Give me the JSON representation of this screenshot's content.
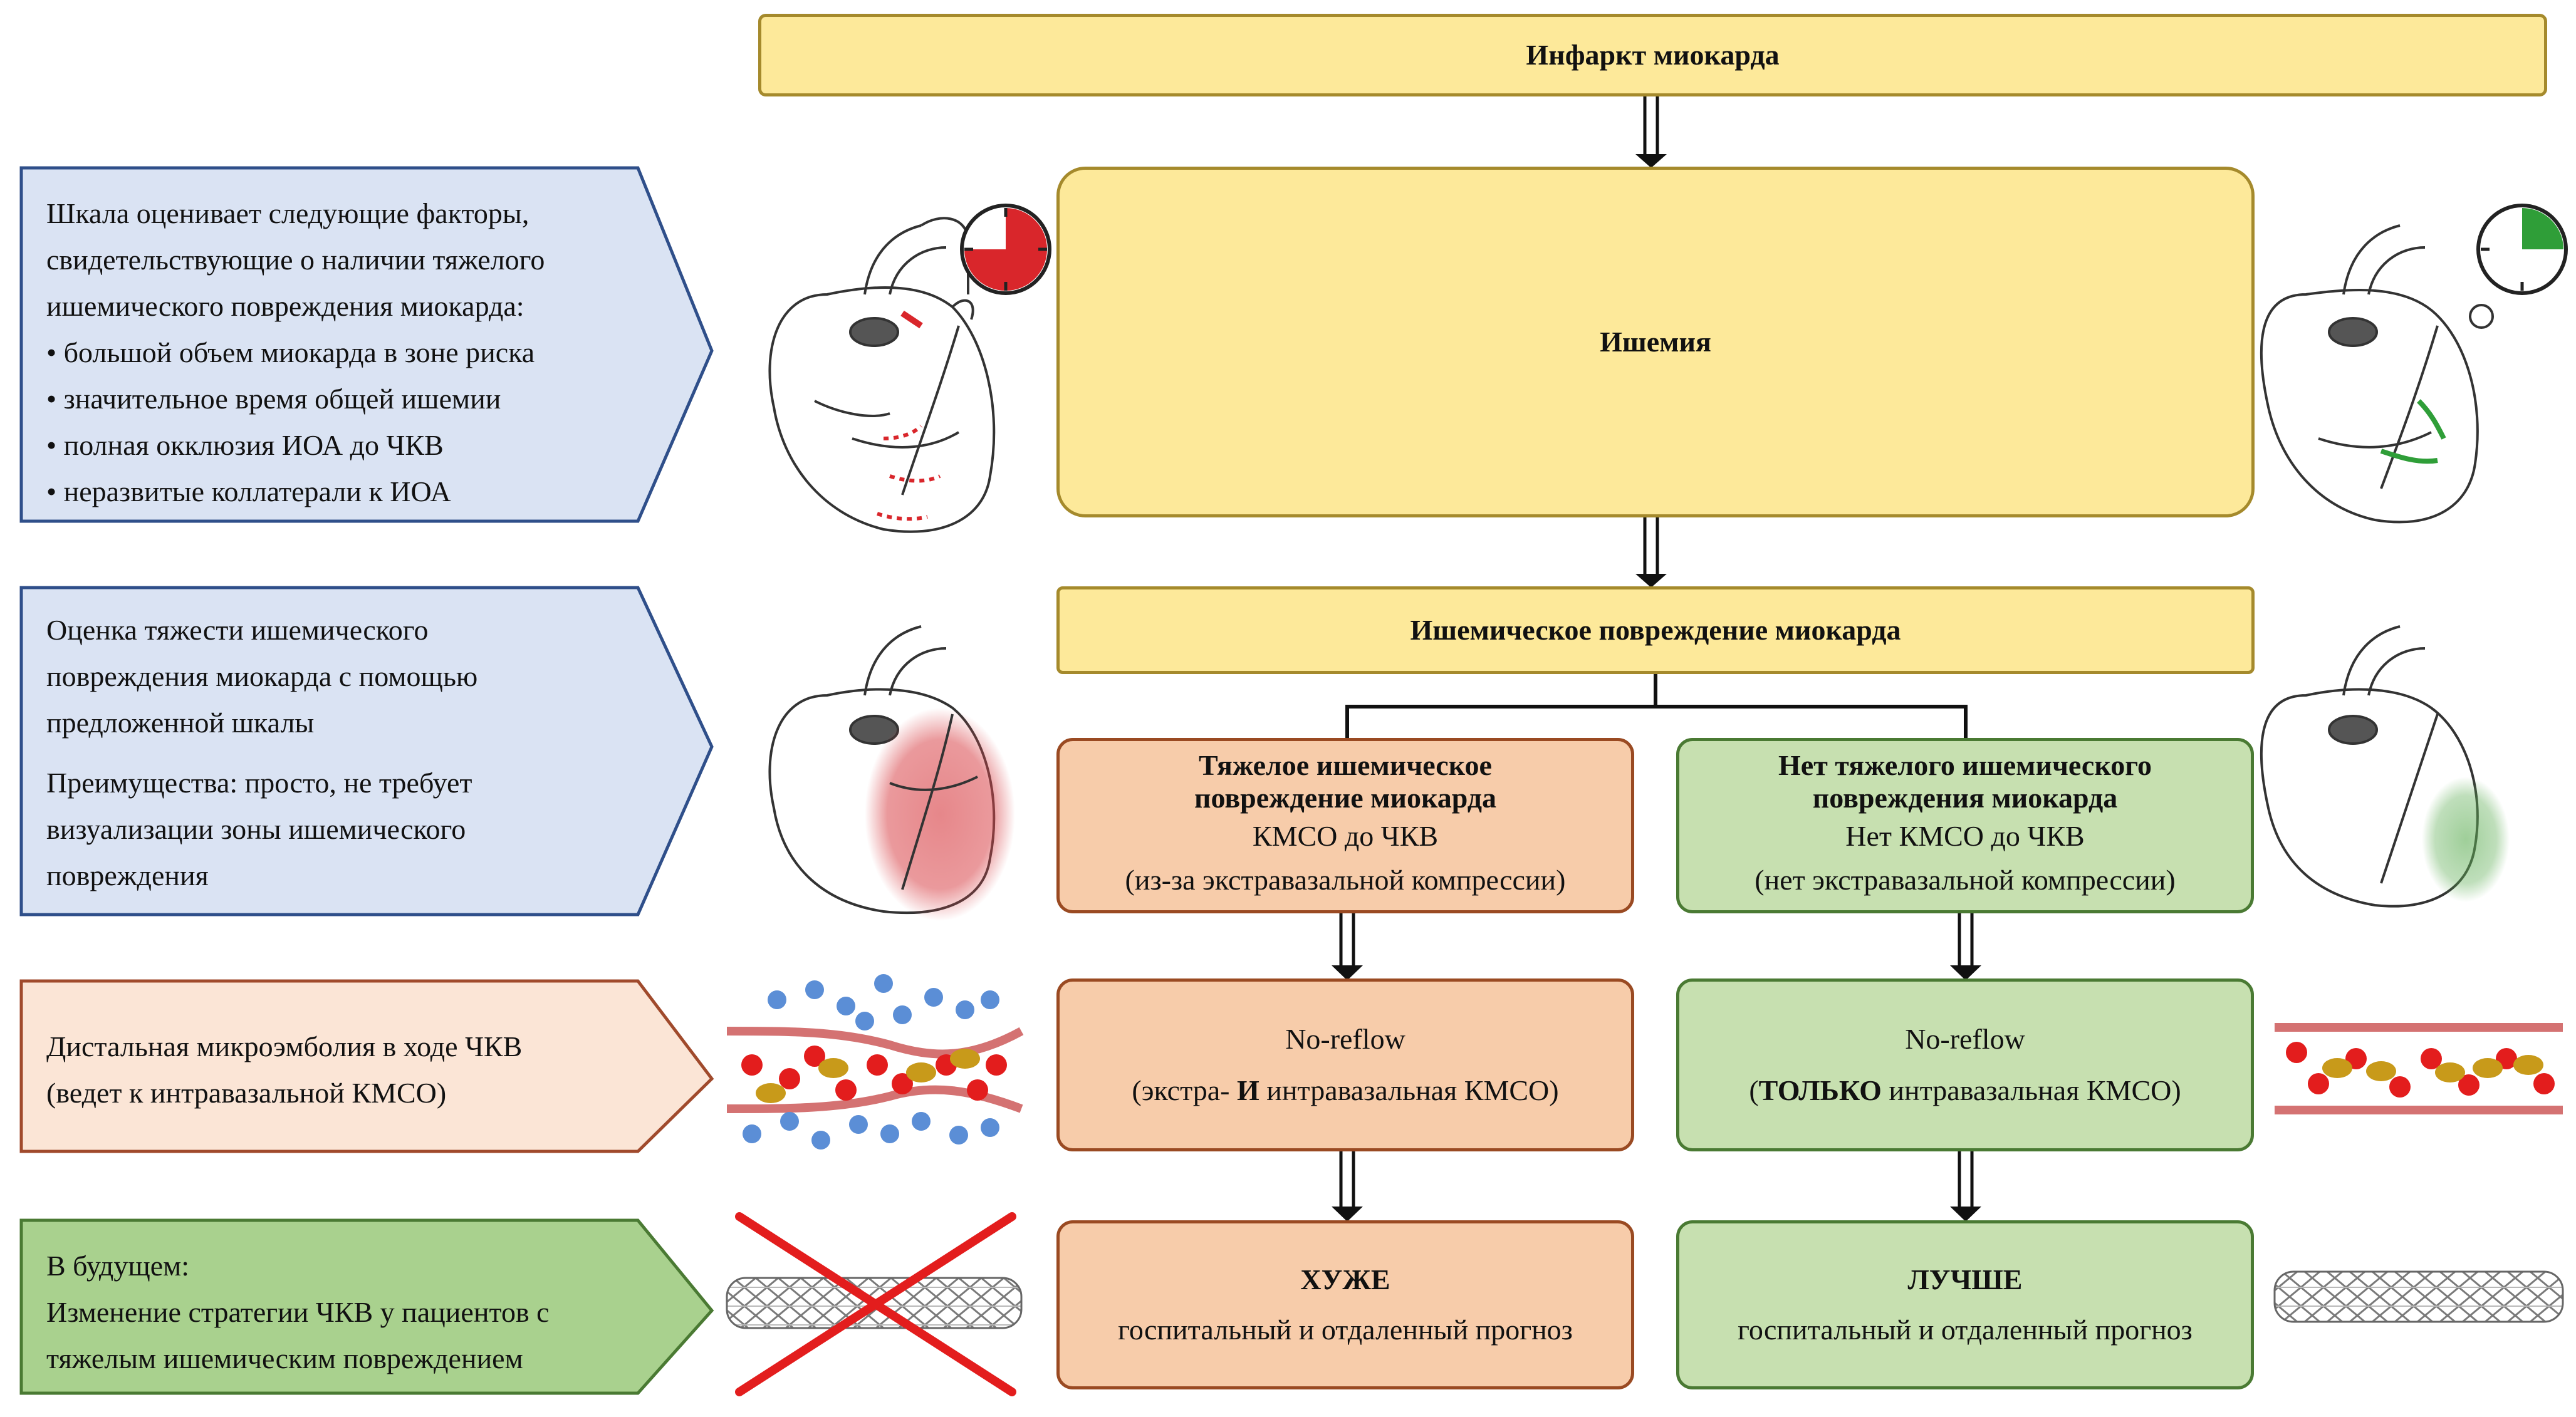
{
  "colors": {
    "yellow": "#fde99a",
    "orange": "#f7ccaa",
    "green": "#c7e0b0",
    "blue_panel": "#dae3f3",
    "peach_panel": "#fbe5d6",
    "green_panel": "#a9d18e",
    "red": "#d9262b",
    "clock_green": "#2f9e38"
  },
  "center": {
    "mi": "Инфаркт миокарда",
    "ischemia": "Ишемия",
    "injury": "Ишемическое повреждение миокарда"
  },
  "left_branch": {
    "title1": "Тяжелое ишемическое",
    "title2": "повреждение миокарда",
    "line1": "КМСО до ЧКВ",
    "line2": "(из-за экстравазальной компрессии)",
    "noreflow": "No-reflow",
    "nr_pre": "(экстра-",
    "nr_bold": "И",
    "nr_post": "интравазальная КМСО)",
    "out_title": "ХУЖЕ",
    "out_sub": "госпитальный и отдаленный прогноз"
  },
  "right_branch": {
    "title1": "Нет тяжелого ишемического",
    "title2": "повреждения миокарда",
    "line1": "Нет КМСО до ЧКВ",
    "line2": "(нет экстравазальной компрессии)",
    "noreflow": "No-reflow",
    "nr_open": "(",
    "nr_bold": "ТОЛЬКО",
    "nr_post": "интравазальная КМСО)",
    "out_title": "ЛУЧШЕ",
    "out_sub": "госпитальный и отдаленный прогноз"
  },
  "panels": {
    "p1": {
      "l1": "Шкала оценивает следующие факторы,",
      "l2": "свидетельствующие о наличии тяжелого",
      "l3": "ишемического повреждения миокарда:",
      "b1": "• большой объем миокарда в зоне риска",
      "b2": "• значительное время общей ишемии",
      "b3": "• полная окклюзия ИОА до ЧКВ",
      "b4": "• неразвитые коллатерали к ИОА"
    },
    "p2": {
      "l1": "Оценка тяжести ишемического",
      "l2": "повреждения миокарда с помощью",
      "l3": "предложенной шкалы",
      "l4": "Преимущества: просто, не требует",
      "l5": "визуализации зоны ишемического",
      "l6": "повреждения"
    },
    "p3": {
      "l1": "Дистальная микроэмболия в ходе ЧКВ",
      "l2": "(ведет к интравазальной КМСО)"
    },
    "p4": {
      "l1": "В будущем:",
      "l2": "Изменение стратегии ЧКВ у пациентов с",
      "l3": "тяжелым ишемическим повреждением"
    }
  },
  "icons": [
    "heart-icon",
    "clock-icon",
    "vessel-icon",
    "stent-icon",
    "cross-icon"
  ]
}
